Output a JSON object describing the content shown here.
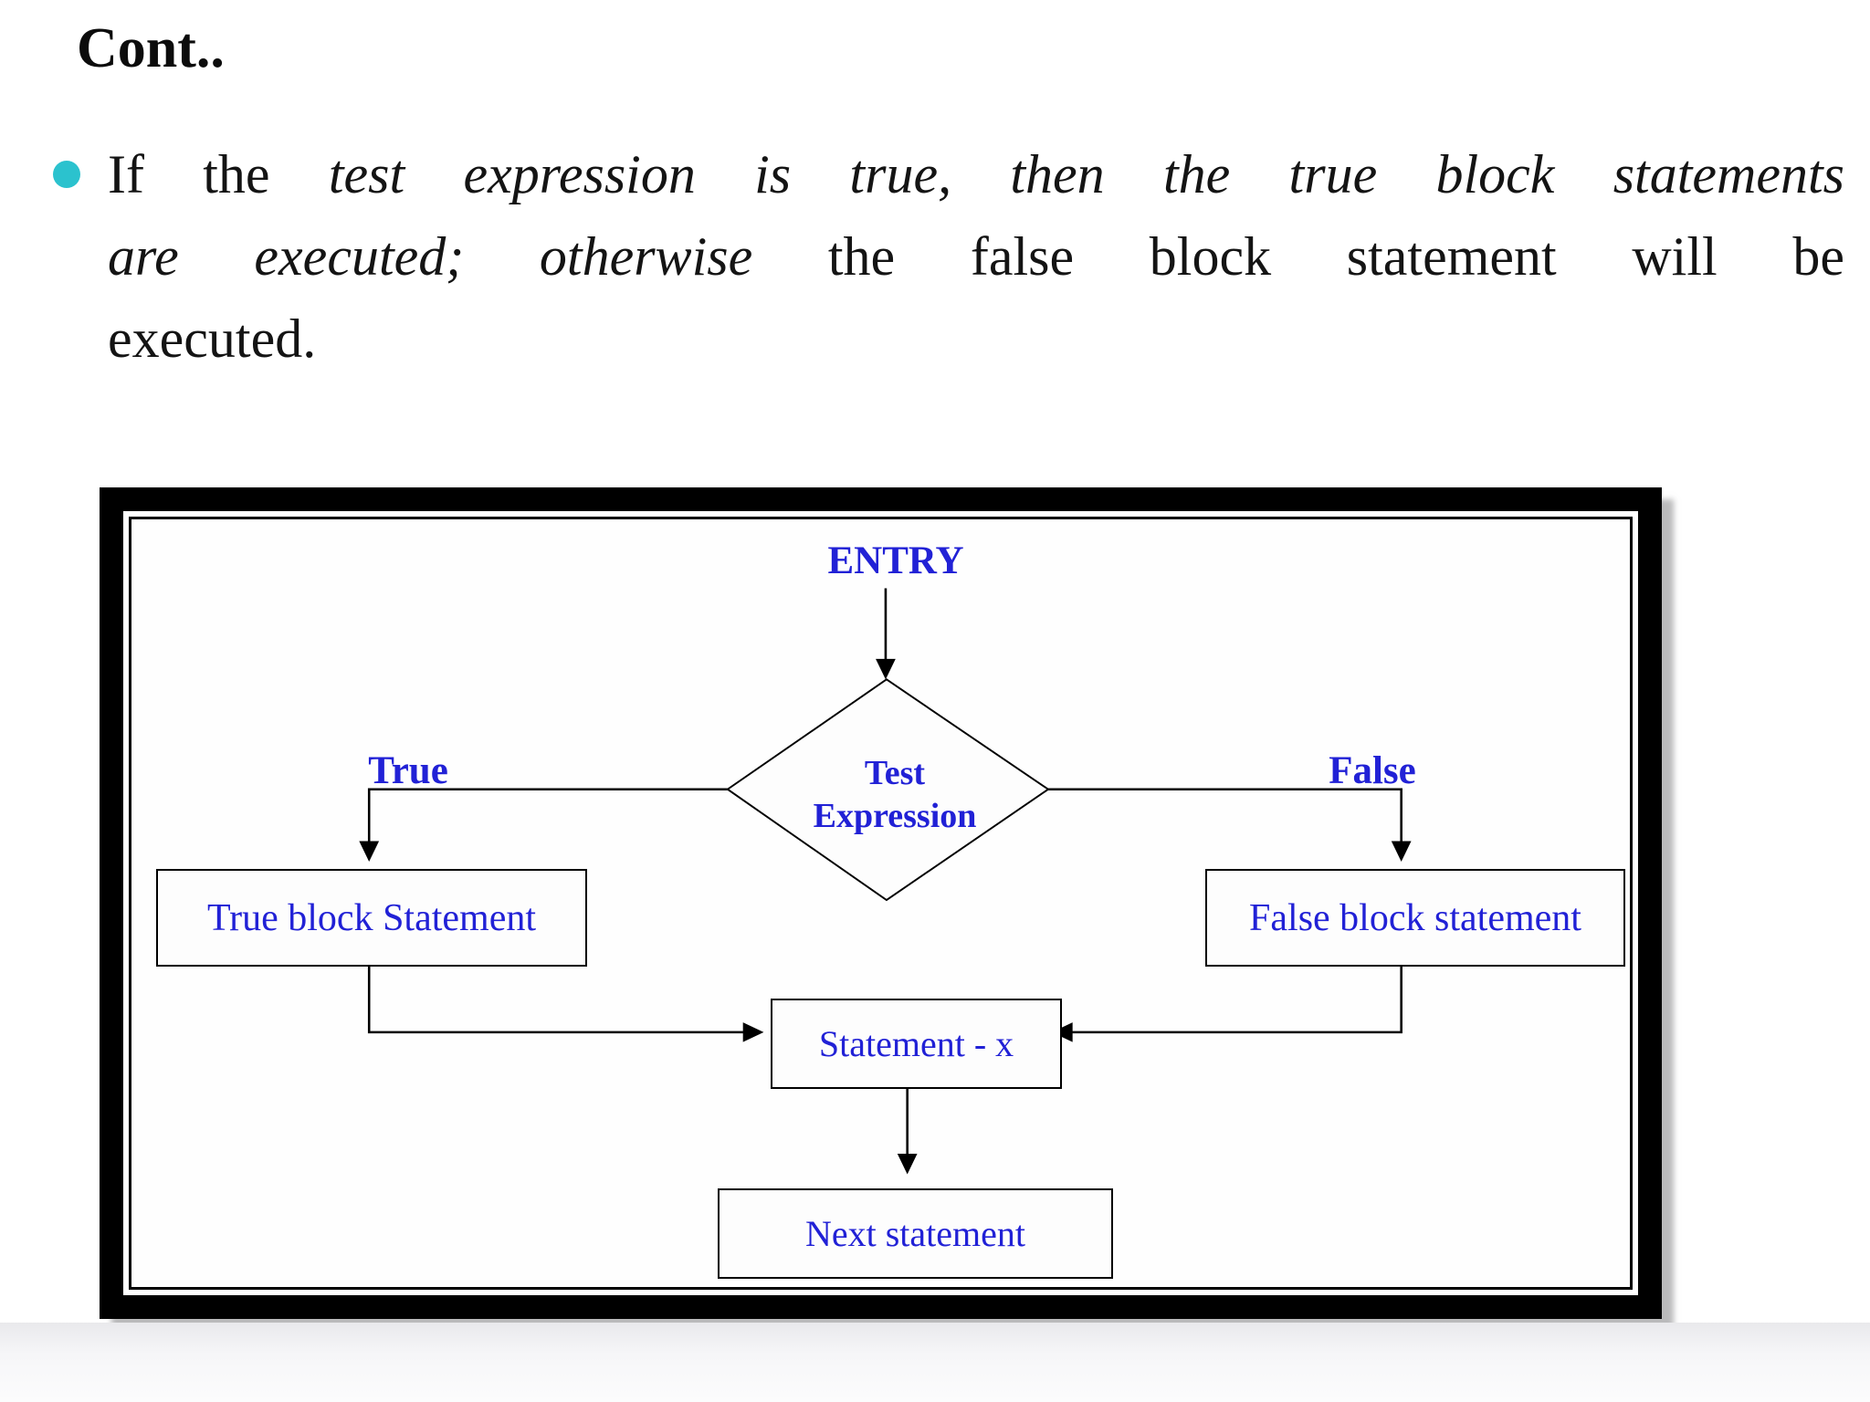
{
  "slide": {
    "title": "Cont..",
    "bullet_color": "#2bc2ce",
    "text_color": "#141414",
    "paragraph": {
      "lines": [
        {
          "segments": [
            {
              "text": "If the ",
              "italic": false
            },
            {
              "text": "test expression is true, then the true block statements",
              "italic": true
            }
          ]
        },
        {
          "segments": [
            {
              "text": "are executed; otherwise ",
              "italic": true
            },
            {
              "text": "the false block statement will be",
              "italic": false
            }
          ]
        },
        {
          "segments": [
            {
              "text": "executed.",
              "italic": false
            }
          ]
        }
      ]
    }
  },
  "flowchart": {
    "label_color": "#2121d6",
    "frame_color": "#000000",
    "labels": {
      "entry": "ENTRY",
      "true_branch": "True",
      "false_branch": "False",
      "decision_line1": "Test",
      "decision_line2": "Expression",
      "true_block": "True block Statement",
      "false_block": "False block statement",
      "statement_x": "Statement - x",
      "next_statement": "Next statement"
    }
  }
}
